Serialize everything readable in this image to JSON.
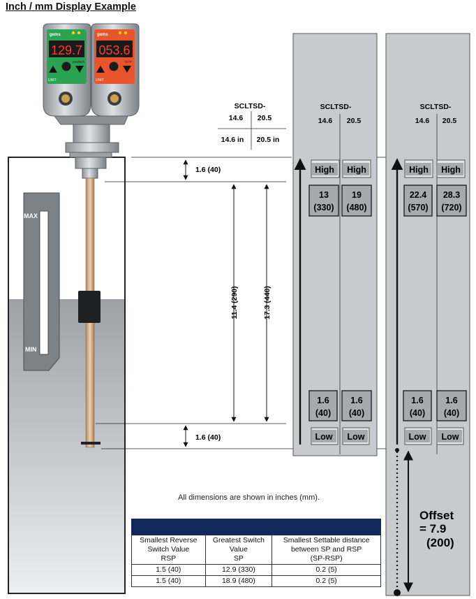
{
  "title": "Inch / mm Display Example",
  "sensor": {
    "display_left": "129.7",
    "display_right": "053.6",
    "button_label": "UNIT",
    "brand_left": "gems",
    "brand_right": "gems",
    "small_label_left": "mm/inch",
    "small_label_right": "°C/°F"
  },
  "tank": {
    "max_label": "MAX",
    "min_label": "MIN"
  },
  "dimensions": {
    "top_gap": "1.6 (40)",
    "bottom_gap": "1.6 (40)",
    "range_short": "11.4 (290)",
    "range_long": "17.3 (440)"
  },
  "model_header": {
    "prefix": "SCLTSD-",
    "col1": "14.6",
    "col2": "20.5",
    "col1_in": "14.6 in",
    "col2_in": "20.5 in"
  },
  "panel1": {
    "prefix": "SCLTSD-",
    "col1": "14.6",
    "col2": "20.5",
    "high": "High",
    "low": "Low",
    "sp1": [
      "13",
      "(330)"
    ],
    "sp2": [
      "19",
      "(480)"
    ],
    "rsp1": [
      "1.6",
      "(40)"
    ],
    "rsp2": [
      "1.6",
      "(40)"
    ]
  },
  "panel2": {
    "prefix": "SCLTSD-",
    "col1": "14.6",
    "col2": "20.5",
    "high": "High",
    "low": "Low",
    "sp1": [
      "22.4",
      "(570)"
    ],
    "sp2": [
      "28.3",
      "(720)"
    ],
    "rsp1": [
      "1.6",
      "(40)"
    ],
    "rsp2": [
      "1.6",
      "(40)"
    ]
  },
  "offset": {
    "label": "Offset",
    "value": "= 7.9",
    "mm": "(200)"
  },
  "note": "All dimensions are shown in inches (mm).",
  "table": {
    "headers": [
      [
        "Smallest Reverse",
        "Switch Value",
        "RSP"
      ],
      [
        "Greatest Switch",
        "Value",
        "SP"
      ],
      [
        "Smallest Settable distance",
        "between SP and RSP",
        "(SP-RSP)"
      ]
    ],
    "rows": [
      [
        "1.5 (40)",
        "12.9 (330)",
        "0.2 (5)"
      ],
      [
        "1.5 (40)",
        "18.9 (480)",
        "0.2 (5)"
      ]
    ]
  },
  "colors": {
    "panel_bg": "#c9cacd",
    "liquid_top": "#9da2a8",
    "liquid_bottom": "#e9eaec",
    "probe": "#d6b188",
    "display_left_bg": "#1e9a4a",
    "display_right_bg": "#e8542b",
    "table_header": "#12285a"
  }
}
